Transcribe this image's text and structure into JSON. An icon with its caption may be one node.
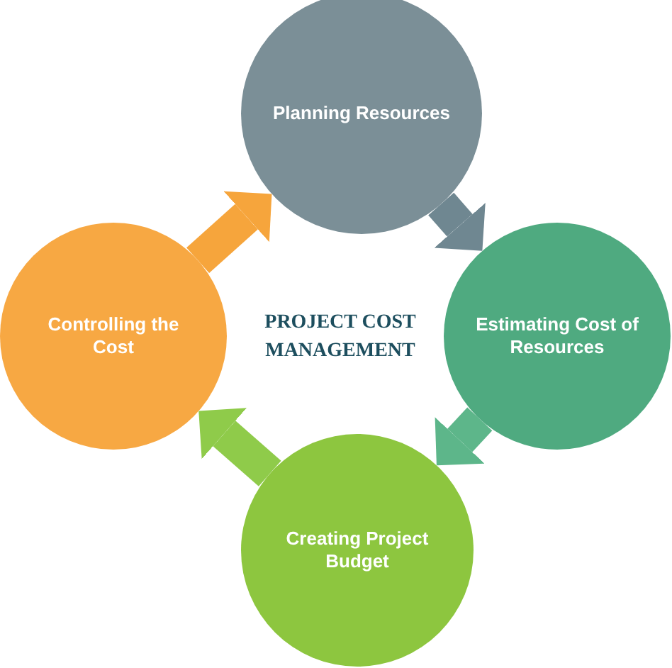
{
  "diagram": {
    "nodes": [
      {
        "text": [
          "Planning Resources"
        ]
      },
      {
        "text": [
          "Estimating Cost of Resources"
        ]
      },
      {
        "text": [
          "Creating Project Budget"
        ]
      },
      {
        "text": [
          "Controlling the Cost"
        ]
      }
    ],
    "edges": [
      {
        "from": 0,
        "to": 1,
        "arrow": "to",
        "color": "#6f8791"
      },
      {
        "from": 1,
        "to": 2,
        "arrow": "to",
        "color": "#5db68a"
      },
      {
        "from": 2,
        "to": 3,
        "arrow": "to",
        "color": "#8fcb4a"
      },
      {
        "from": 3,
        "to": 0,
        "arrow": "to",
        "color": "#f6a53c"
      }
    ],
    "labels": [
      "PROJECT COST MANAGEMENT"
    ]
  }
}
